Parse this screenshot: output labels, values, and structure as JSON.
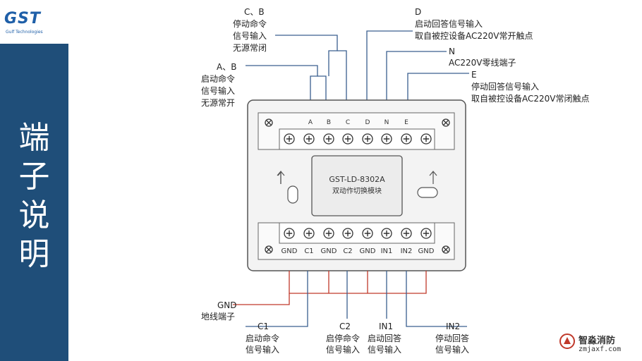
{
  "logo": {
    "text": "GST",
    "subtitle": "Gulf Technologies"
  },
  "title": [
    "端",
    "子",
    "说",
    "明"
  ],
  "module": {
    "model": "GST-LD-8302A",
    "name": "双动作切换模块"
  },
  "top_terminals": [
    "A",
    "B",
    "C",
    "D",
    "N",
    "E"
  ],
  "bottom_terminals": [
    "GND",
    "C1",
    "GND",
    "C2",
    "GND",
    "IN1",
    "IN2",
    "GND"
  ],
  "callouts_top": [
    {
      "id": "cb",
      "lines": [
        "C、B",
        "停动命令",
        "信号输入",
        "无源常闭"
      ]
    },
    {
      "id": "ab",
      "lines": [
        "A、B",
        "启动命令",
        "信号输入",
        "无源常开"
      ]
    },
    {
      "id": "d",
      "lines": [
        "D",
        "启动回答信号输入",
        "取自被控设备AC220V常开触点"
      ]
    },
    {
      "id": "n",
      "lines": [
        "N",
        "AC220V零线端子"
      ]
    },
    {
      "id": "e",
      "lines": [
        "E",
        "停动回答信号输入",
        "取自被控设备AC220V常闭触点"
      ]
    }
  ],
  "callouts_bottom": [
    {
      "id": "gnd",
      "lines": [
        "GND",
        "地线端子"
      ]
    },
    {
      "id": "c1",
      "lines": [
        "C1",
        "启动命令",
        "信号输入"
      ]
    },
    {
      "id": "c2",
      "lines": [
        "C2",
        "启停命令",
        "信号输入"
      ]
    },
    {
      "id": "in1",
      "lines": [
        "IN1",
        "启动回答",
        "信号输入"
      ]
    },
    {
      "id": "in2",
      "lines": [
        "IN2",
        "停动回答",
        "信号输入"
      ]
    }
  ],
  "watermark": {
    "name": "智淼消防",
    "url": "zmjaxf.com"
  },
  "colors": {
    "sidebar": "#1f4e79",
    "line_blue": "#3a5f8f",
    "line_red": "#c0392b",
    "text": "#222222"
  }
}
